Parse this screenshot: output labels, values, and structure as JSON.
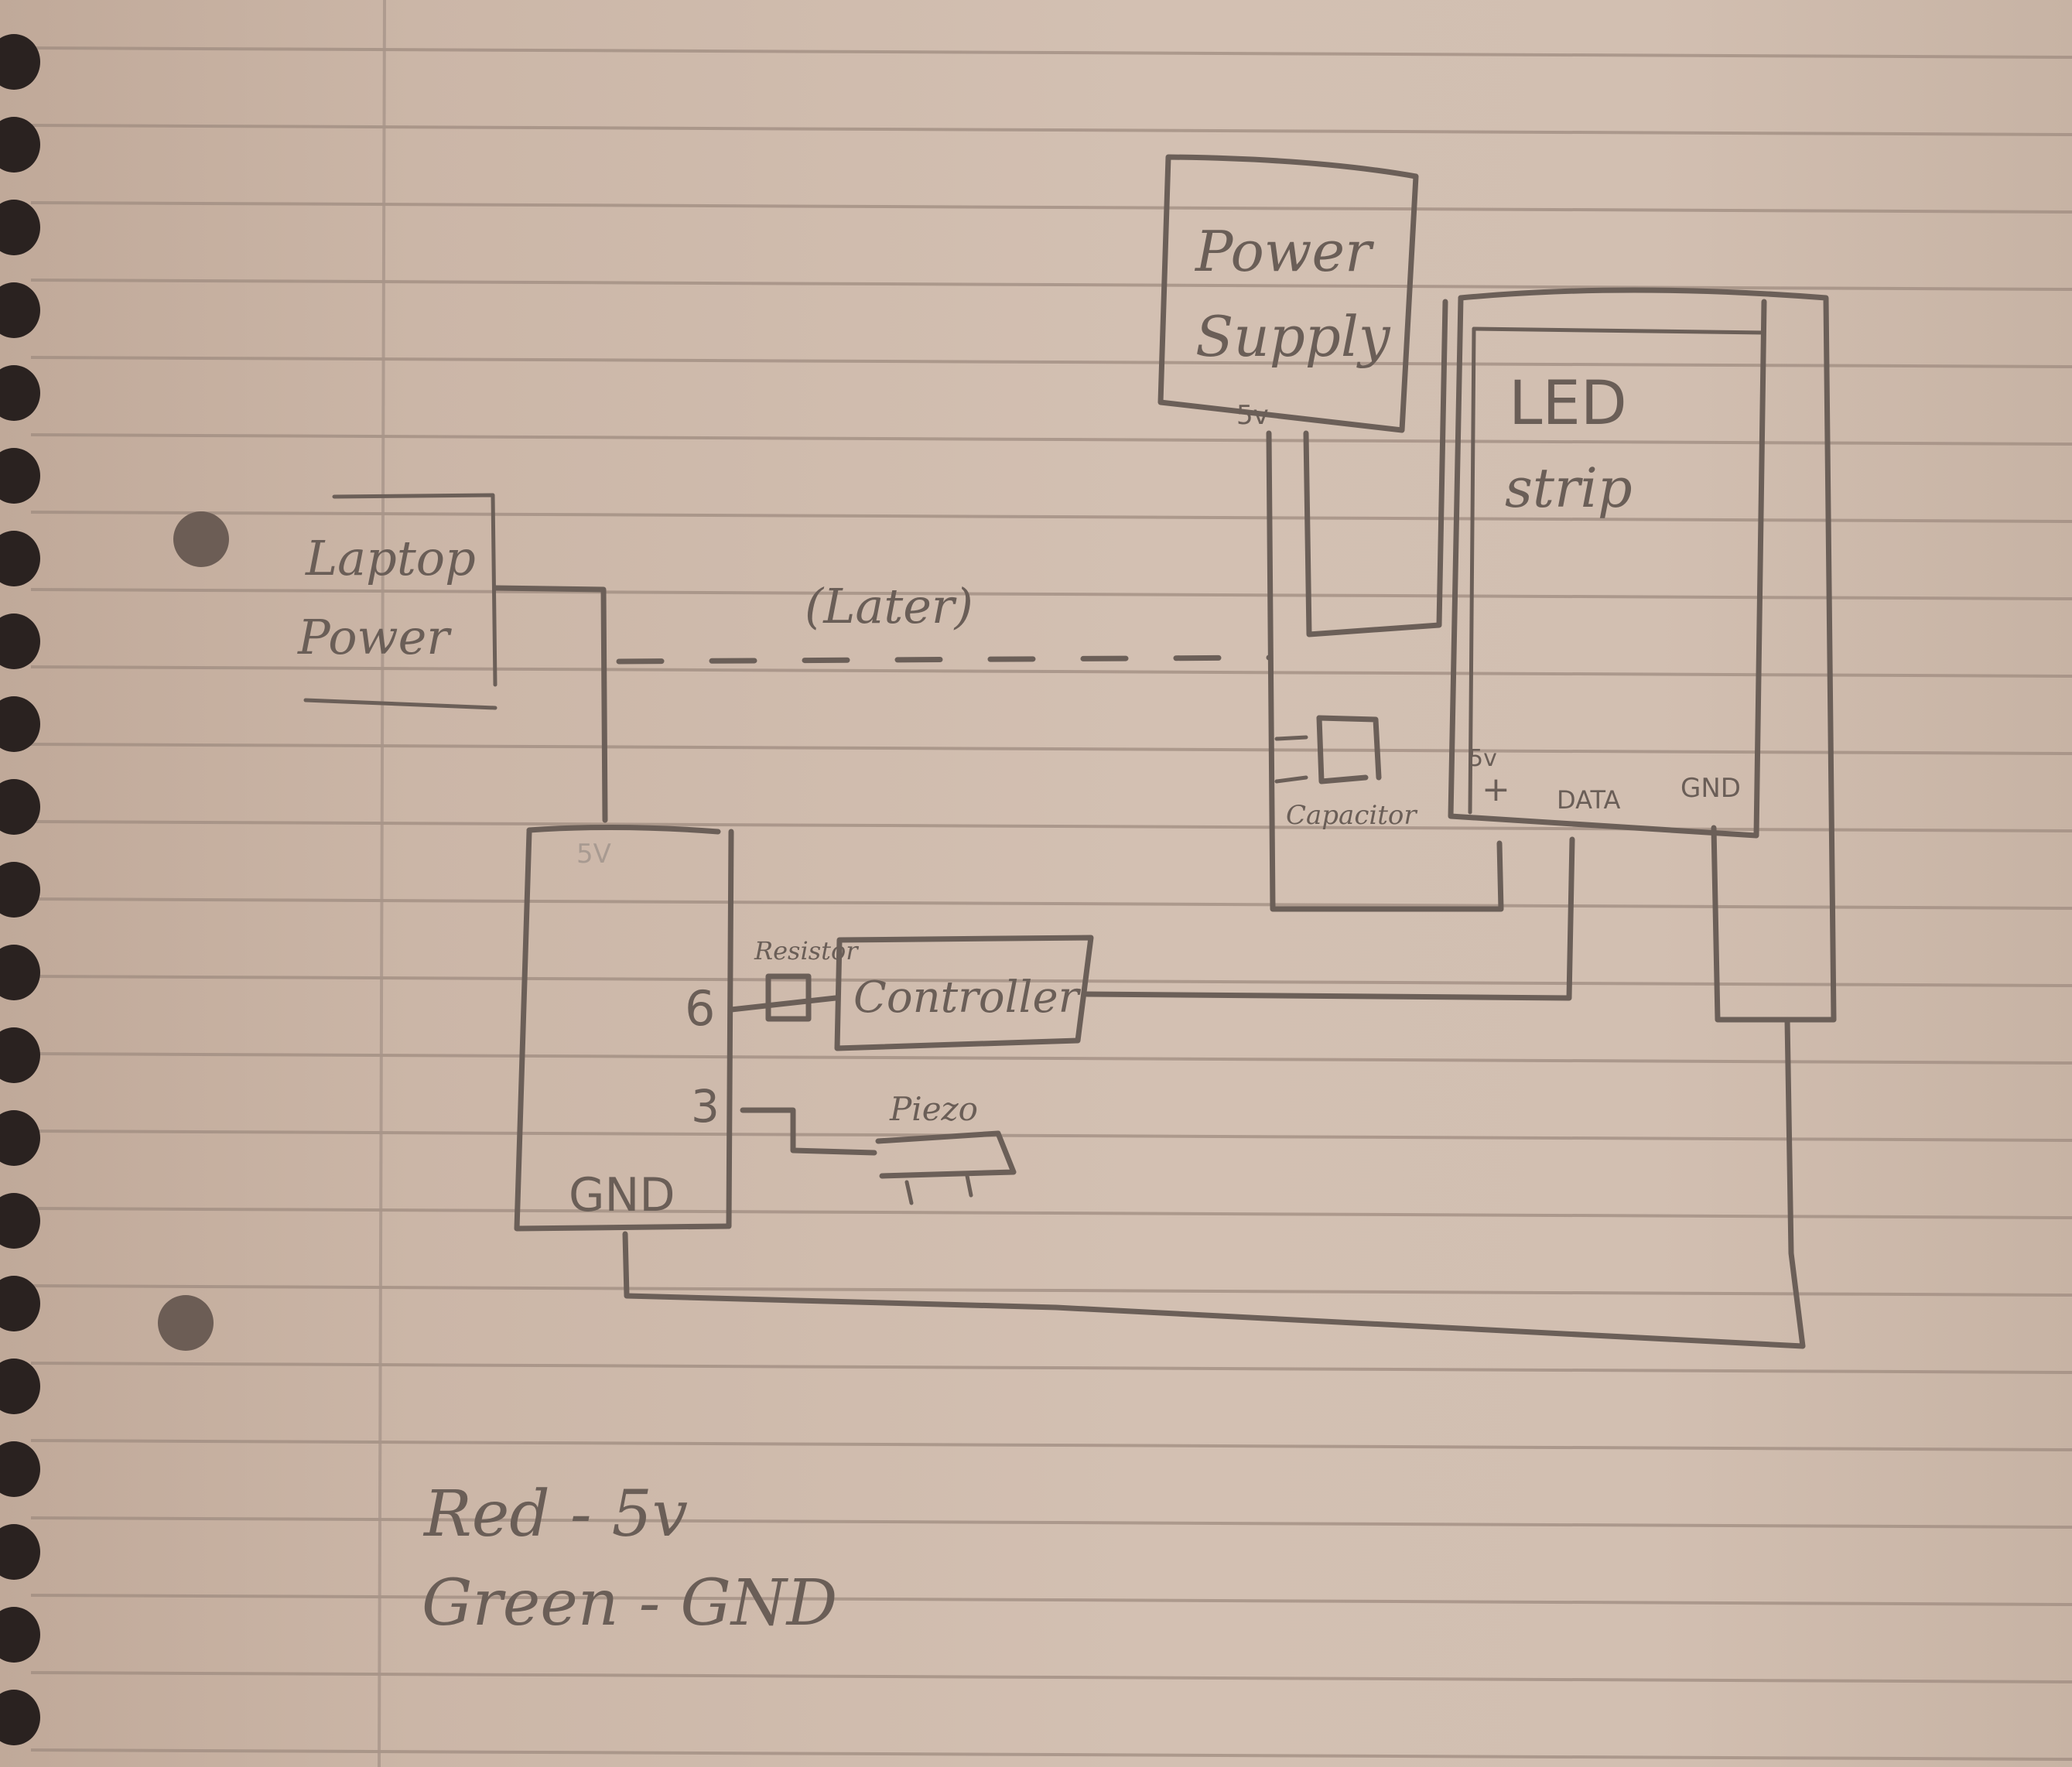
{
  "diagram": {
    "title": "LED strip wiring sketch",
    "medium": "hand-drawn pencil on lined spiral notebook paper",
    "components": {
      "power_supply": {
        "label_line1": "Power",
        "label_line2": "Supply",
        "pin_5v": "5v"
      },
      "led_strip": {
        "label_line1": "LED",
        "label_line2": "strip",
        "pin_5v": "5v",
        "pin_plus": "+",
        "pin_data": "DATA",
        "pin_gnd": "GND"
      },
      "laptop_power": {
        "label_line1": "Laptop",
        "label_line2": "Power"
      },
      "arduino": {
        "pin_5v": "5V",
        "pin_6": "6",
        "pin_3": "3",
        "pin_gnd": "GND"
      },
      "capacitor": {
        "label": "Capacitor"
      },
      "resistor": {
        "label": "Resistor"
      },
      "controller": {
        "label": "Controller"
      },
      "piezo": {
        "label": "Piezo"
      }
    },
    "annotations": {
      "later_note": "(Later)"
    },
    "legend": {
      "line1": "Red - 5v",
      "line2": "Green - GND"
    },
    "connections": [
      {
        "from": "Laptop Power",
        "to": "Arduino 5V",
        "style": "solid"
      },
      {
        "from": "Laptop Power",
        "to": "Power Supply 5v rail",
        "style": "dashed",
        "note": "(Later)"
      },
      {
        "from": "Power Supply 5v",
        "to": "LED strip 5v (+)",
        "style": "solid",
        "via": "Capacitor"
      },
      {
        "from": "Power Supply",
        "to": "LED strip top",
        "style": "solid"
      },
      {
        "from": "Arduino pin 6",
        "to": "Resistor -> Controller -> LED strip DATA",
        "style": "solid"
      },
      {
        "from": "Arduino pin 3",
        "to": "Piezo",
        "style": "solid"
      },
      {
        "from": "Arduino GND",
        "to": "LED strip GND",
        "style": "solid"
      }
    ],
    "colors": {
      "paper": "#d2bfb1",
      "pencil": "#6b5f58",
      "rule_line": "#9f8c80",
      "spiral": "#2a2220"
    }
  }
}
